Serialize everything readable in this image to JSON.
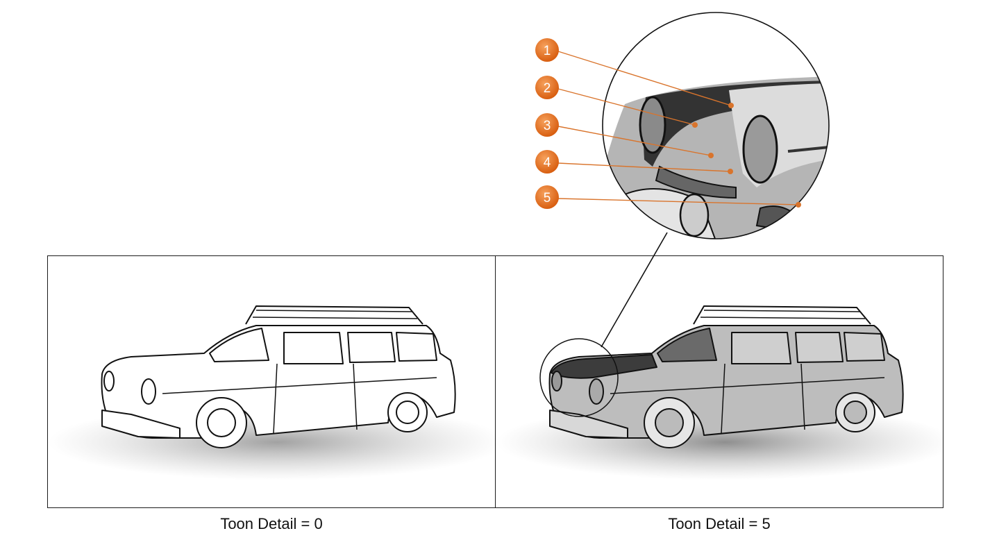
{
  "captions": {
    "left": "Toon Detail = 0",
    "right": "Toon Detail = 5"
  },
  "callouts": [
    {
      "number": "1"
    },
    {
      "number": "2"
    },
    {
      "number": "3"
    },
    {
      "number": "4"
    },
    {
      "number": "5"
    }
  ],
  "colors": {
    "callout_fill": "#e8711f",
    "callout_line": "#d9742c",
    "outline": "#111111",
    "shade_light": "#d8d8d8",
    "shade_mid": "#a8a8a8",
    "shade_dark": "#4a4a4a"
  }
}
